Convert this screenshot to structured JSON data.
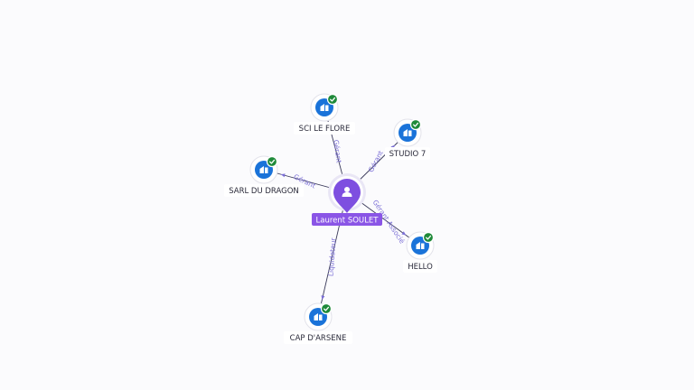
{
  "person": {
    "name": "Laurent SOULET",
    "icon": "person-icon"
  },
  "companies": [
    {
      "id": "sci-le-flore",
      "name": "SCI LE FLORE",
      "role": "Gérant",
      "icon": "building-icon",
      "status": "verified"
    },
    {
      "id": "studio-7",
      "name": "STUDIO 7",
      "role": "Gérant",
      "icon": "building-icon",
      "status": "verified"
    },
    {
      "id": "sarl-du-dragon",
      "name": "SARL DU DRAGON",
      "role": "Gérant",
      "icon": "building-icon",
      "status": "verified"
    },
    {
      "id": "hello",
      "name": "HELLO",
      "role": "Gérant Associé",
      "icon": "building-icon",
      "status": "verified"
    },
    {
      "id": "cap-d-arsene",
      "name": "CAP D'ARSENE",
      "role": "Liquidateur",
      "icon": "building-icon",
      "status": "verified"
    }
  ],
  "colors": {
    "accent": "#8a55e6",
    "node": "#1a73d9",
    "verified": "#1f8a3a",
    "edge_label": "#7b6fd6"
  }
}
